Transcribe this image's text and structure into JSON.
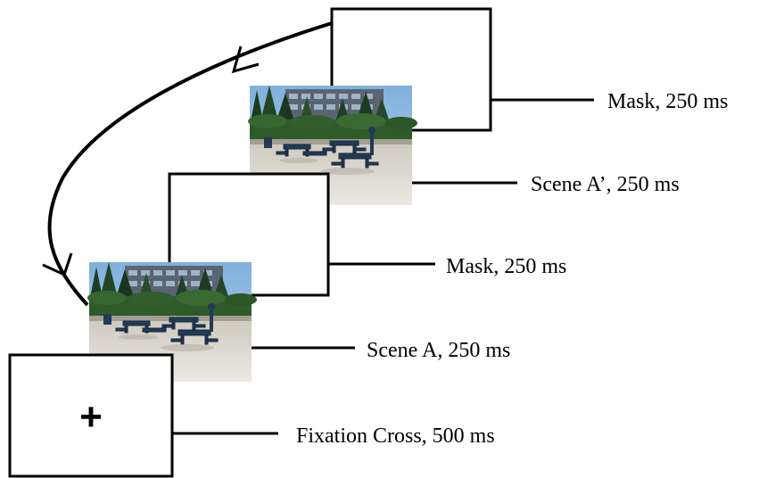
{
  "fixation": {
    "symbol": "+"
  },
  "labels": {
    "mask_top": "Mask, 250 ms",
    "scene_a_prime": "Scene A’, 250 ms",
    "mask_mid": "Mask, 250 ms",
    "scene_a": "Scene A, 250 ms",
    "fixation": "Fixation Cross, 500 ms"
  },
  "colors": {
    "sky": "#8db8dc",
    "trees": "#1f3d22",
    "hedge": "#2f5a2a",
    "building": "#4a5566",
    "plaza": "#dedbd2",
    "tables": "#223a55"
  }
}
